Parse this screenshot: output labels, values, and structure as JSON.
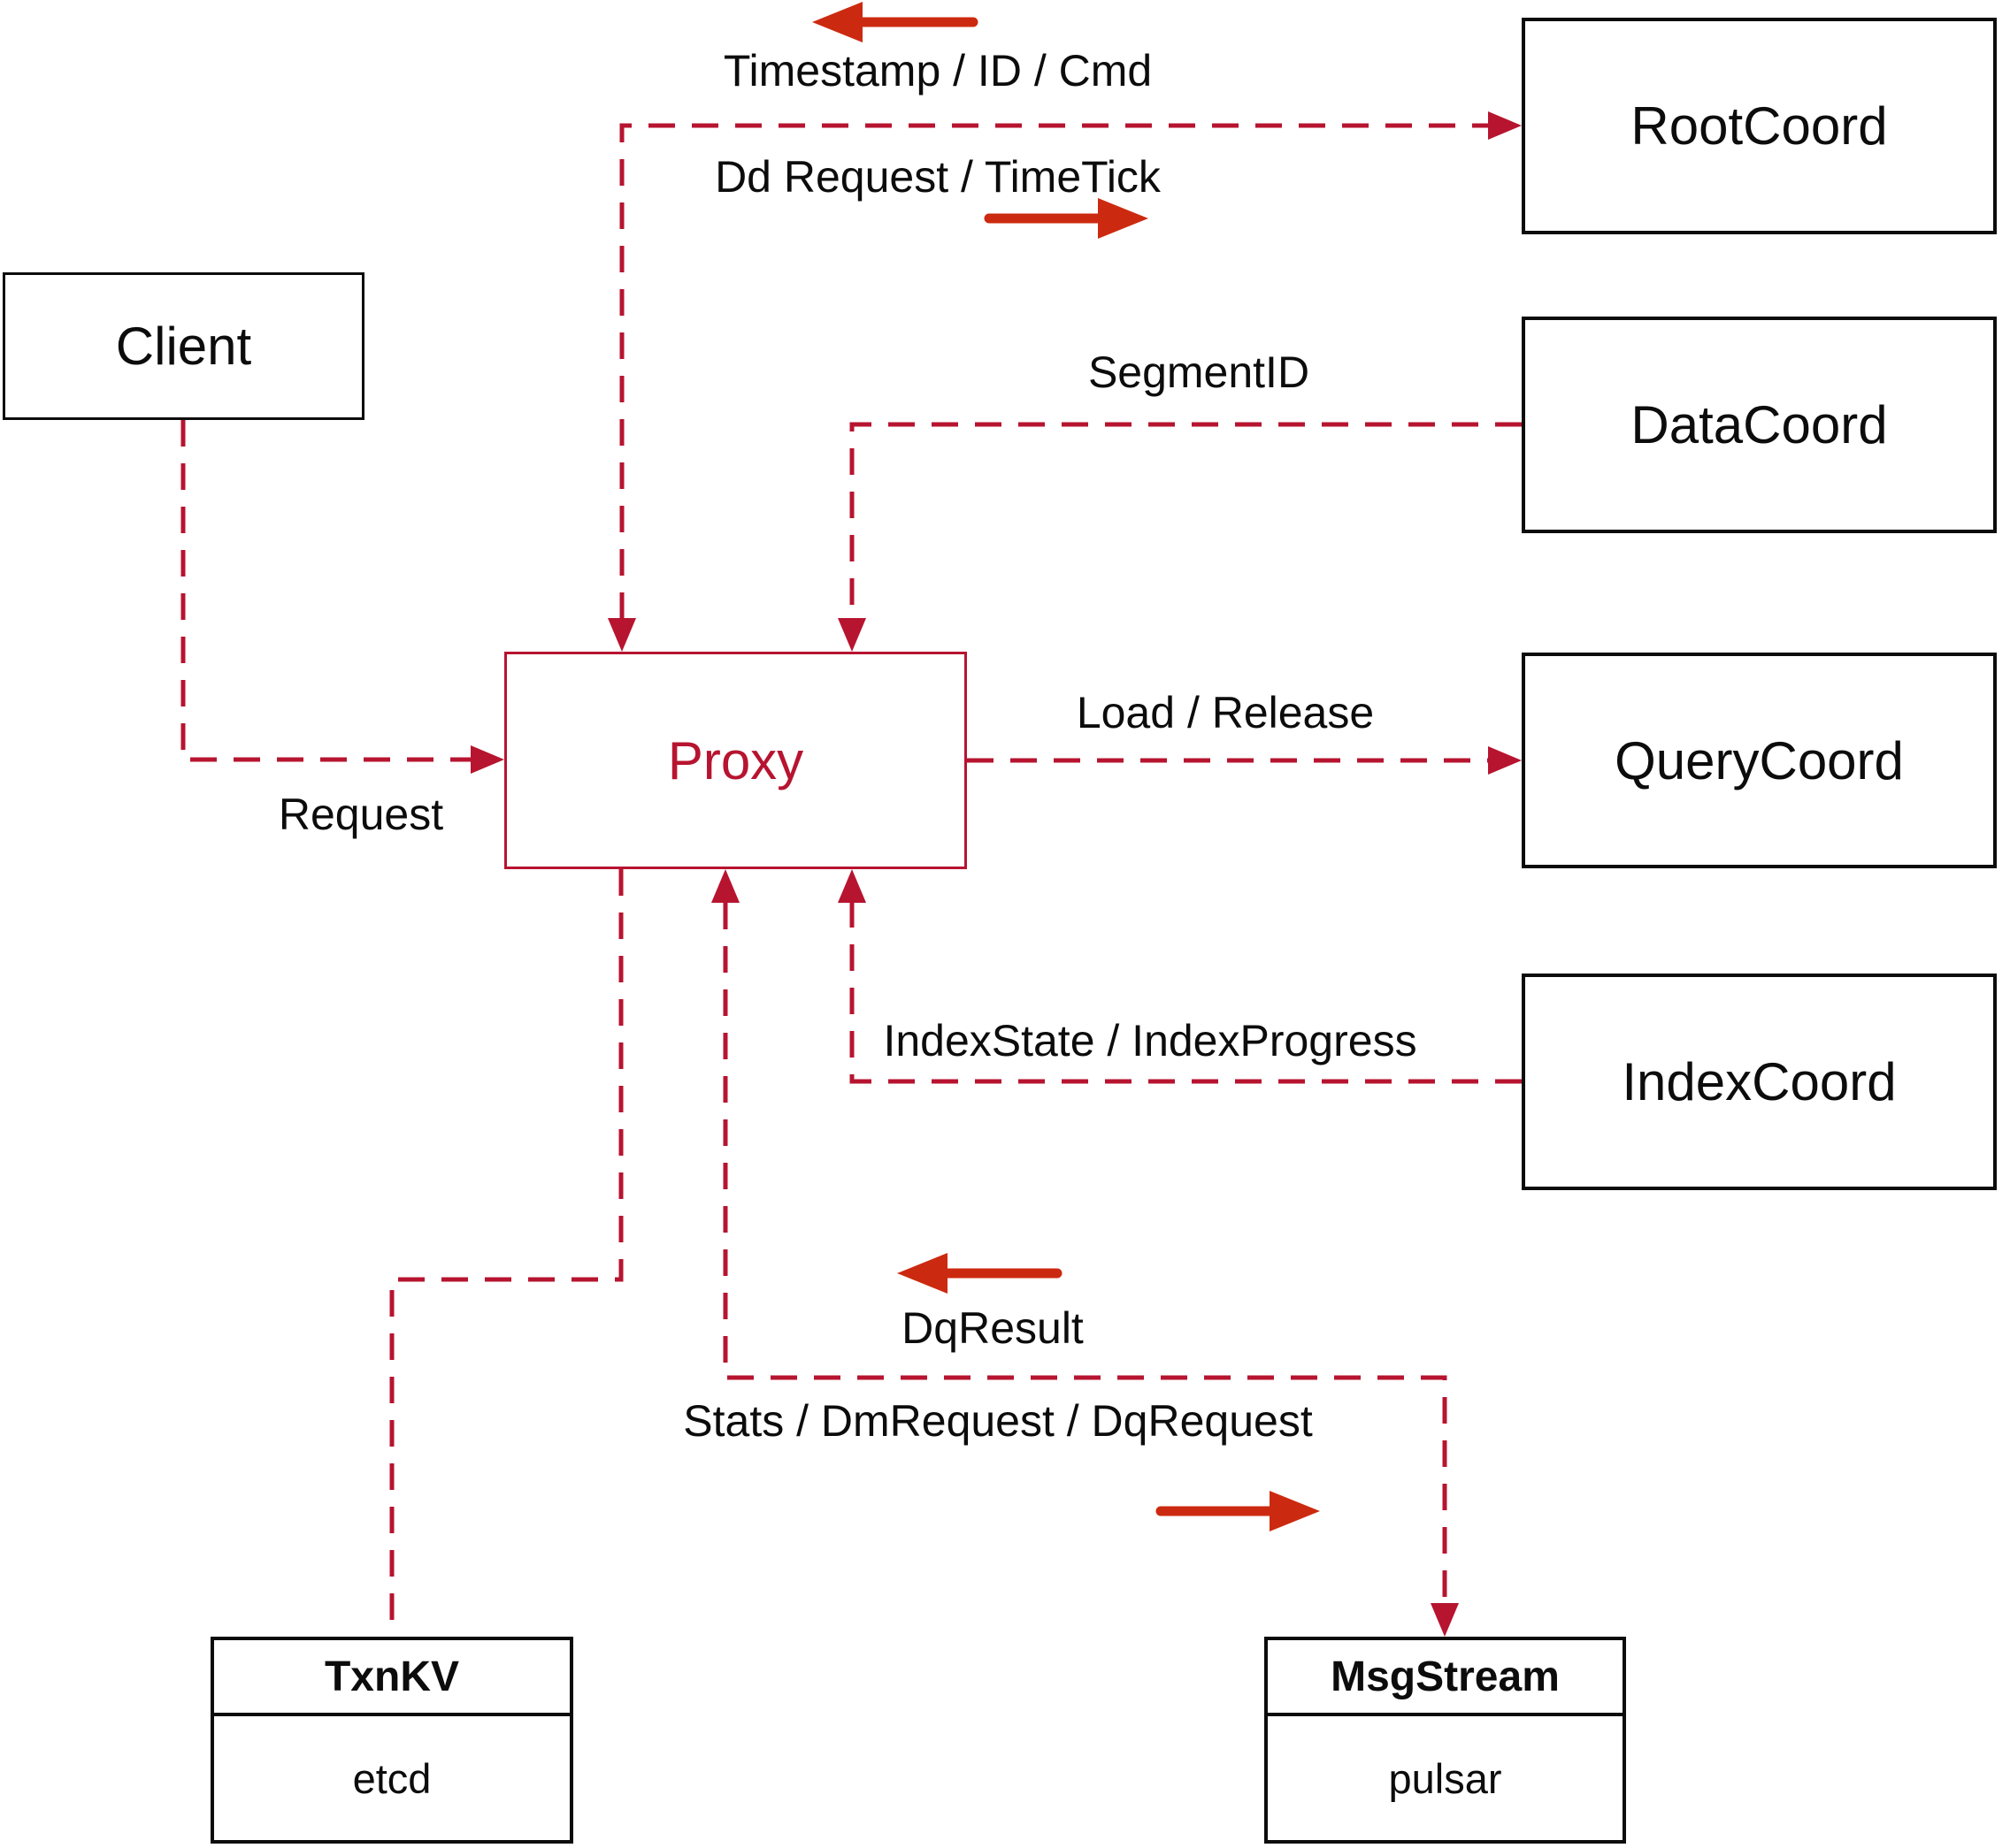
{
  "diagram": {
    "type": "architecture-flow-diagram",
    "colors": {
      "background": "#ffffff",
      "connector_dashed": "#b71430",
      "flow_arrow_solid": "#cc2a10",
      "node_border": "#0c0c0c",
      "node_text": "#0c0c0c",
      "proxy_accent": "#b71430"
    },
    "nodes": {
      "client": {
        "label": "Client"
      },
      "proxy": {
        "label": "Proxy"
      },
      "rootcoord": {
        "label": "RootCoord"
      },
      "datacoord": {
        "label": "DataCoord"
      },
      "querycoord": {
        "label": "QueryCoord"
      },
      "indexcoord": {
        "label": "IndexCoord"
      },
      "txnkv": {
        "title": "TxnKV",
        "impl": "etcd"
      },
      "msgstream": {
        "title": "MsgStream",
        "impl": "pulsar"
      }
    },
    "edges": {
      "rootcoord_to_proxy": "Timestamp / ID / Cmd",
      "proxy_to_rootcoord": "Dd Request / TimeTick",
      "datacoord_to_proxy": "SegmentID",
      "proxy_to_querycoord": "Load / Release",
      "indexcoord_to_proxy": "IndexState / IndexProgress",
      "msgstream_to_proxy": "DqResult",
      "proxy_to_msgstream": "Stats / DmRequest / DqRequest",
      "client_to_proxy": "Request"
    }
  }
}
